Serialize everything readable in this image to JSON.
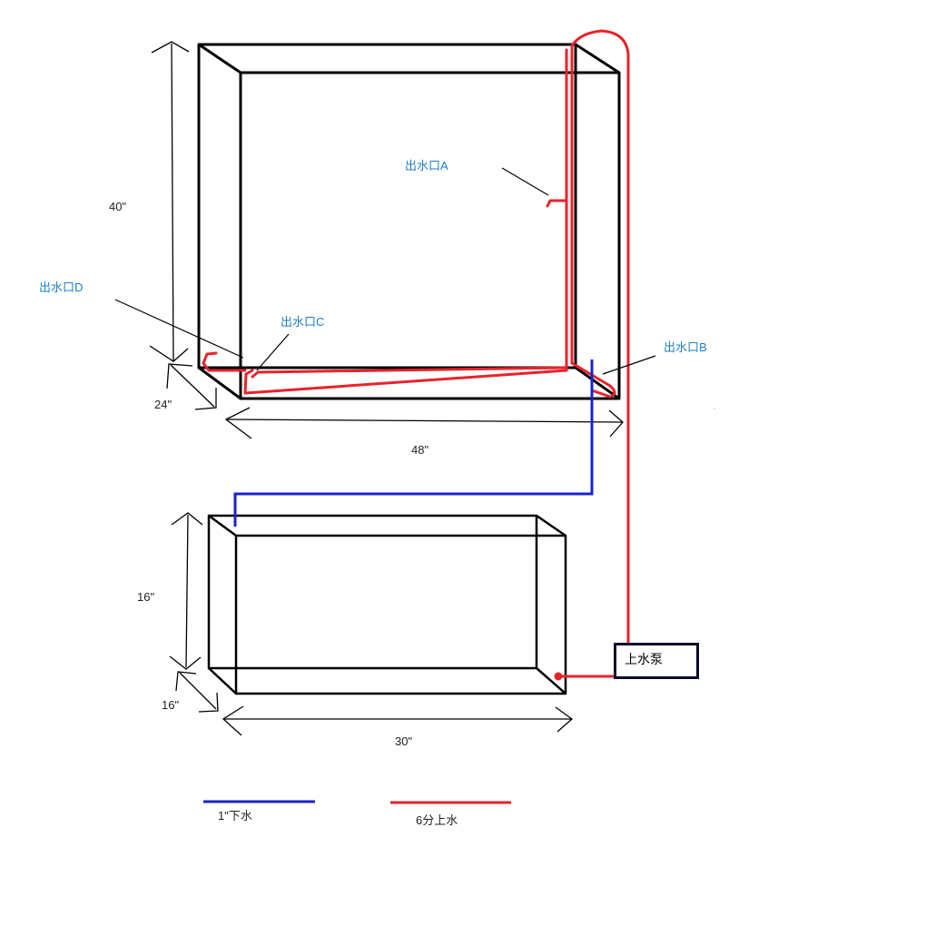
{
  "colors": {
    "tank_outline": "#000000",
    "supply_pipe": "#e8232a",
    "drain_pipe": "#1a22c8",
    "outlet_label": "#1f7fc4",
    "dimension_text": "#222222"
  },
  "main_tank": {
    "height_label": "40\"",
    "depth_label": "24\"",
    "width_label": "48\""
  },
  "sump_tank": {
    "height_label": "16\"",
    "depth_label": "16\"",
    "width_label": "30\""
  },
  "outlets": {
    "a": "出水口A",
    "b": "出水口B",
    "c": "出水口C",
    "d": "出水口D"
  },
  "pump": {
    "label": "上水泵"
  },
  "legend": {
    "drain_label": "1\"下水",
    "supply_label": "6分上水"
  }
}
